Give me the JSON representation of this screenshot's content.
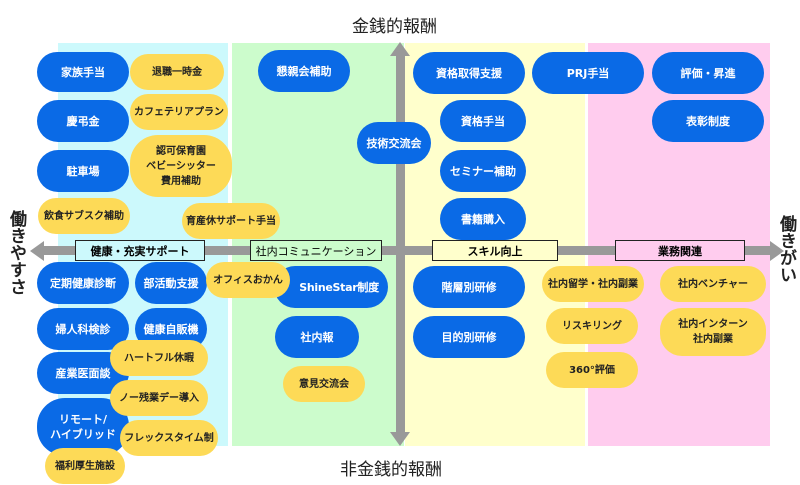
{
  "axes": {
    "top": "金銭的報酬",
    "bottom": "非金銭的報酬",
    "left": "働きやすさ",
    "right": "働きがい"
  },
  "categories": [
    "健康・充実サポート",
    "社内コミュニケーション",
    "スキル向上",
    "業務関連"
  ],
  "colors": {
    "monetary": "#0a6ae6",
    "non_monetary": "#fdda57",
    "zone1": "#ccf9fc",
    "zone2": "#ccfccc",
    "zone3": "#ffffcc",
    "zone4": "#ffccee"
  },
  "items": [
    "家族手当",
    "慶弔金",
    "駐車場",
    "定期健康診断",
    "部活動支援",
    "婦人科検診",
    "健康自販機",
    "産業医面談",
    "リモート/\nハイブリッド",
    "懇親会補助",
    "ShineStar制度",
    "社内報",
    "技術交流会",
    "資格取得支援",
    "資格手当",
    "セミナー補助",
    "書籍購入",
    "階層別研修",
    "目的別研修",
    "PRJ手当",
    "評価・昇進",
    "表彰制度",
    "退職一時金",
    "カフェテリアプラン",
    "認可保育園\nベビーシッター\n費用補助",
    "飲食サブスク補助",
    "育産休サポート手当",
    "オフィスおかん",
    "ハートフル休暇",
    "ノー残業デー導入",
    "フレックスタイム制",
    "福利厚生施設",
    "意見交流会",
    "社内留学・社内副業",
    "リスキリング",
    "360°評価",
    "社内ベンチャー",
    "社内インターン\n社内副業"
  ]
}
